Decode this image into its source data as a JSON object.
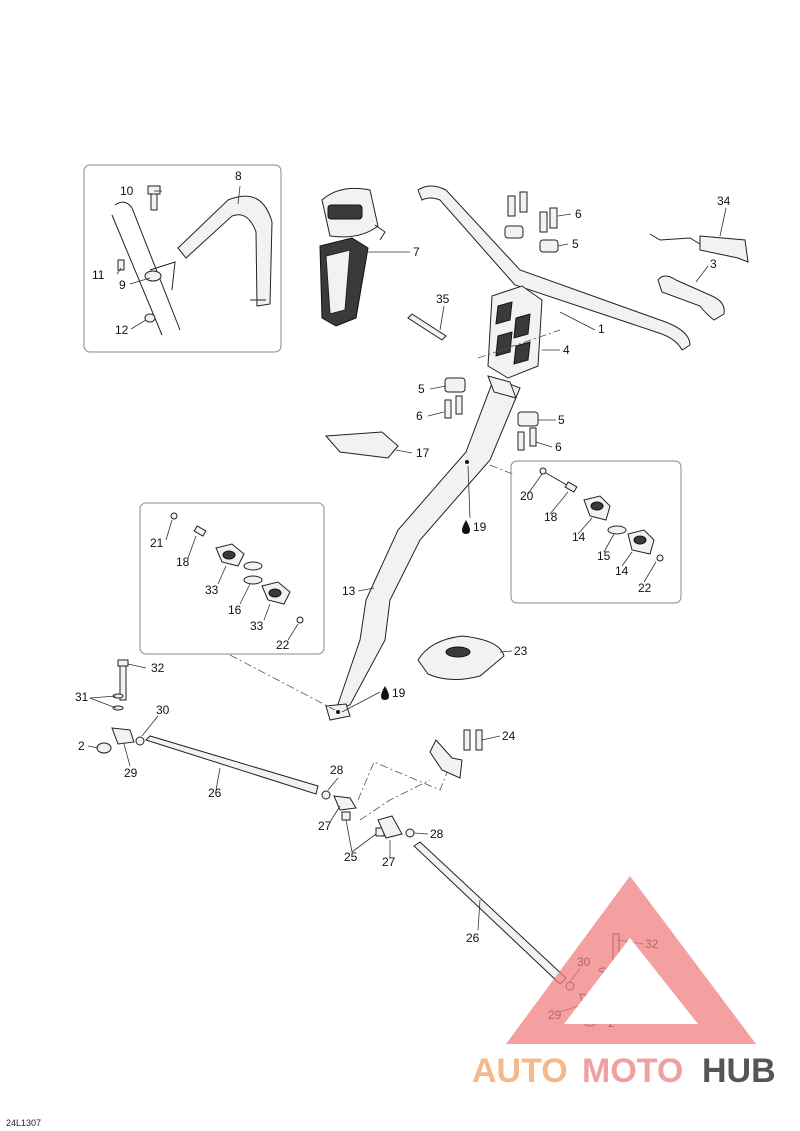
{
  "diagram_code": "24L1307",
  "callouts": [
    {
      "id": "c1",
      "label": "1"
    },
    {
      "id": "c2a",
      "label": "2"
    },
    {
      "id": "c2b",
      "label": "2"
    },
    {
      "id": "c3",
      "label": "3"
    },
    {
      "id": "c4",
      "label": "4"
    },
    {
      "id": "c5a",
      "label": "5"
    },
    {
      "id": "c5b",
      "label": "5"
    },
    {
      "id": "c5c",
      "label": "5"
    },
    {
      "id": "c6a",
      "label": "6"
    },
    {
      "id": "c6b",
      "label": "6"
    },
    {
      "id": "c6c",
      "label": "6"
    },
    {
      "id": "c7",
      "label": "7"
    },
    {
      "id": "c8",
      "label": "8"
    },
    {
      "id": "c9",
      "label": "9"
    },
    {
      "id": "c10",
      "label": "10"
    },
    {
      "id": "c11",
      "label": "11"
    },
    {
      "id": "c12",
      "label": "12"
    },
    {
      "id": "c13",
      "label": "13"
    },
    {
      "id": "c14a",
      "label": "14"
    },
    {
      "id": "c14b",
      "label": "14"
    },
    {
      "id": "c15",
      "label": "15"
    },
    {
      "id": "c16",
      "label": "16"
    },
    {
      "id": "c17",
      "label": "17"
    },
    {
      "id": "c18a",
      "label": "18"
    },
    {
      "id": "c18b",
      "label": "18"
    },
    {
      "id": "c19a",
      "label": "19"
    },
    {
      "id": "c19b",
      "label": "19"
    },
    {
      "id": "c20",
      "label": "20"
    },
    {
      "id": "c21",
      "label": "21"
    },
    {
      "id": "c22a",
      "label": "22"
    },
    {
      "id": "c22b",
      "label": "22"
    },
    {
      "id": "c23",
      "label": "23"
    },
    {
      "id": "c24",
      "label": "24"
    },
    {
      "id": "c25",
      "label": "25"
    },
    {
      "id": "c26a",
      "label": "26"
    },
    {
      "id": "c26b",
      "label": "26"
    },
    {
      "id": "c27a",
      "label": "27"
    },
    {
      "id": "c27b",
      "label": "27"
    },
    {
      "id": "c28a",
      "label": "28"
    },
    {
      "id": "c28b",
      "label": "28"
    },
    {
      "id": "c29a",
      "label": "29"
    },
    {
      "id": "c29b",
      "label": "29"
    },
    {
      "id": "c30a",
      "label": "30"
    },
    {
      "id": "c30b",
      "label": "30"
    },
    {
      "id": "c31a",
      "label": "31"
    },
    {
      "id": "c31b",
      "label": "31"
    },
    {
      "id": "c32a",
      "label": "32"
    },
    {
      "id": "c32b",
      "label": "32"
    },
    {
      "id": "c33a",
      "label": "33"
    },
    {
      "id": "c33b",
      "label": "33"
    },
    {
      "id": "c34",
      "label": "34"
    },
    {
      "id": "c35",
      "label": "35"
    }
  ],
  "watermark": {
    "text_auto": "AUTO",
    "text_moto": "MOTO",
    "text_hub": "HUB",
    "colors": {
      "auto": "#f5b88a",
      "moto": "#f0a0a0",
      "hub": "#555555",
      "triangle": "#f08080"
    }
  }
}
